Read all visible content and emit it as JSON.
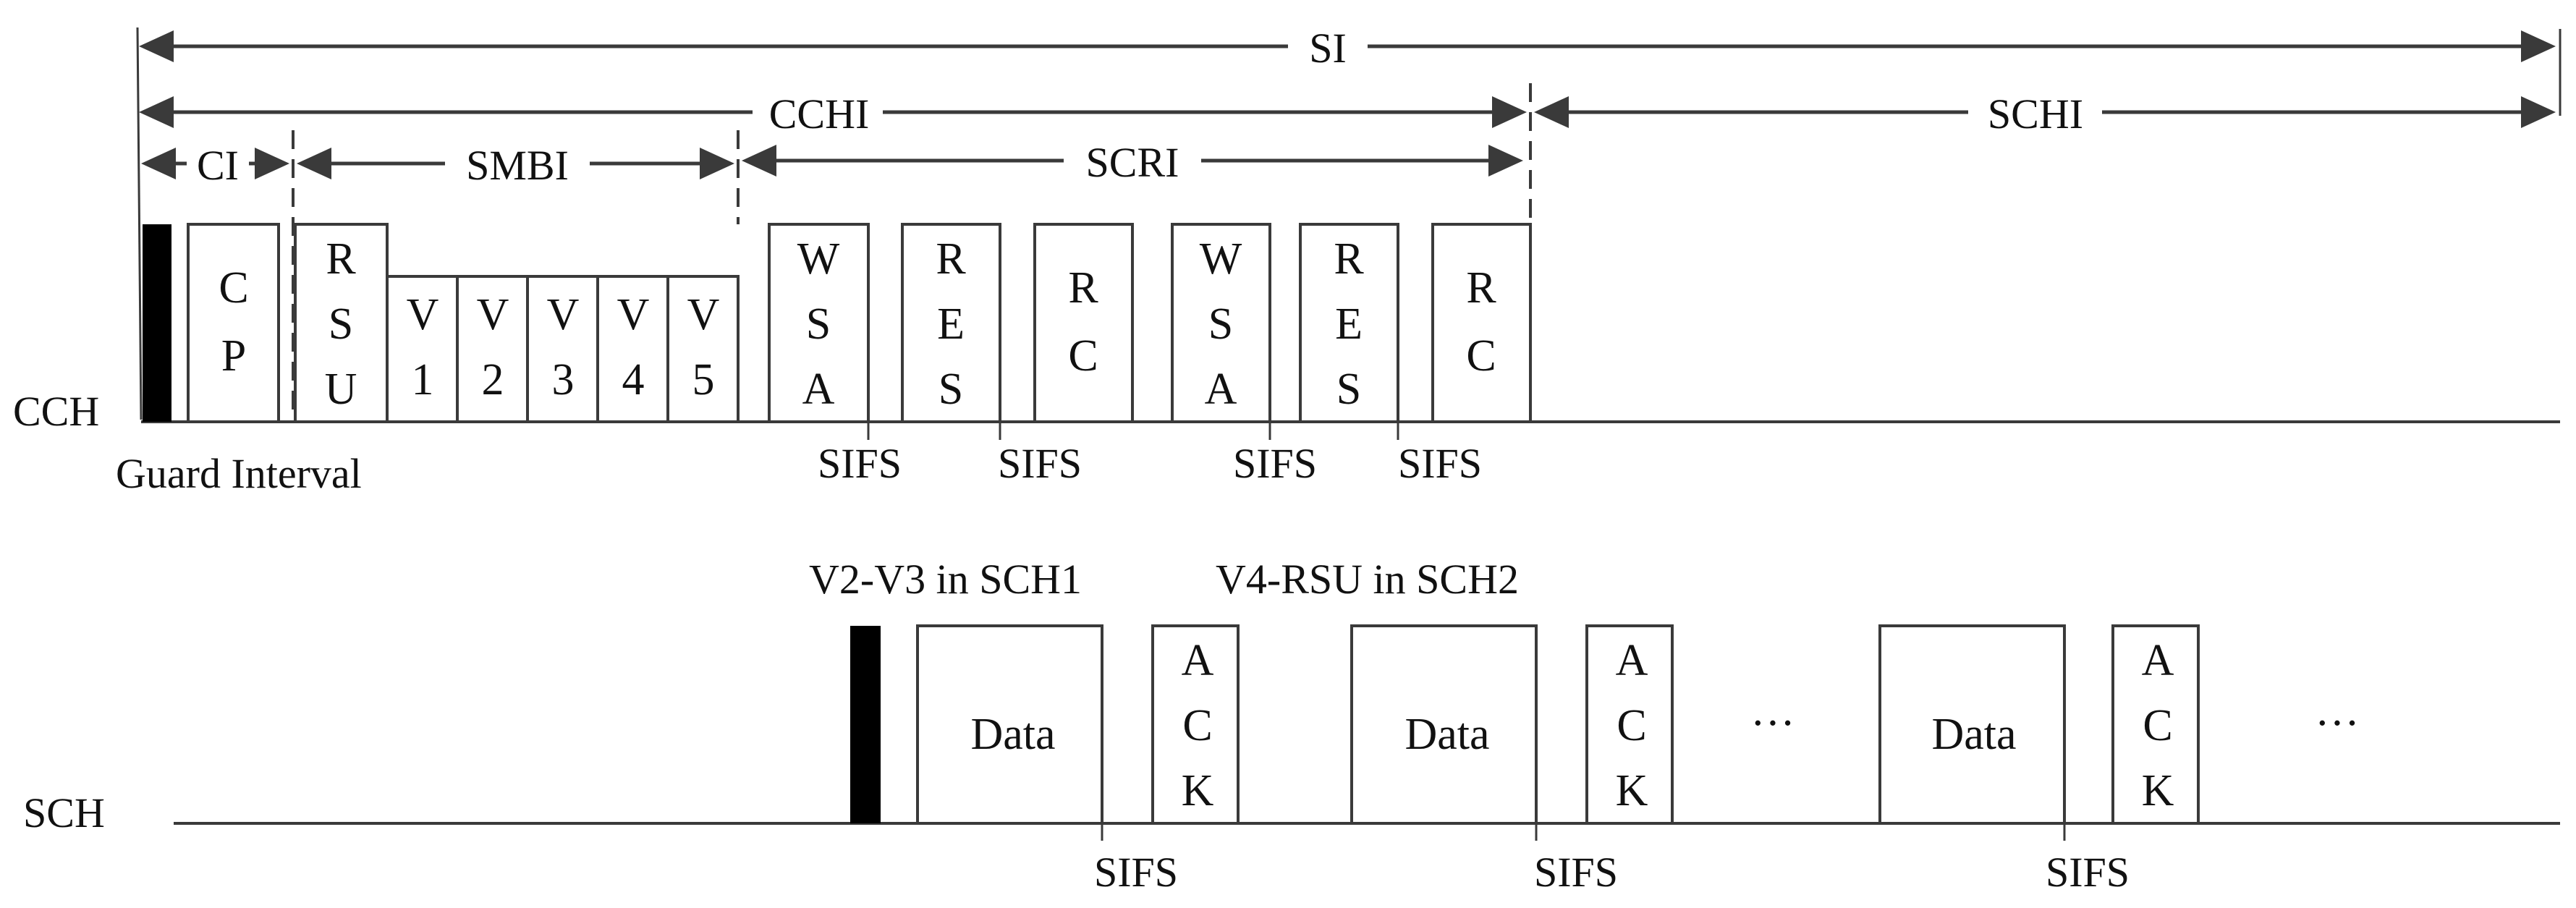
{
  "intervals": {
    "si": "SI",
    "cchi": "CCHI",
    "schi": "SCHI",
    "ci": "CI",
    "smbi": "SMBI",
    "scri": "SCRI"
  },
  "channels": {
    "cch": "CCH",
    "sch": "SCH"
  },
  "guard_interval": "Guard Interval",
  "cch_frames": [
    {
      "id": "cp",
      "letters": [
        "C",
        "P"
      ]
    },
    {
      "id": "rsu",
      "letters": [
        "R",
        "S",
        "U"
      ]
    },
    {
      "id": "v1",
      "letters": [
        "V",
        "1"
      ]
    },
    {
      "id": "v2",
      "letters": [
        "V",
        "2"
      ]
    },
    {
      "id": "v3",
      "letters": [
        "V",
        "3"
      ]
    },
    {
      "id": "v4",
      "letters": [
        "V",
        "4"
      ]
    },
    {
      "id": "v5",
      "letters": [
        "V",
        "5"
      ]
    },
    {
      "id": "wsa-1",
      "letters": [
        "W",
        "S",
        "A"
      ]
    },
    {
      "id": "res-1",
      "letters": [
        "R",
        "E",
        "S"
      ]
    },
    {
      "id": "rc-1",
      "letters": [
        "R",
        "C"
      ]
    },
    {
      "id": "wsa-2",
      "letters": [
        "W",
        "S",
        "A"
      ]
    },
    {
      "id": "res-2",
      "letters": [
        "R",
        "E",
        "S"
      ]
    },
    {
      "id": "rc-2",
      "letters": [
        "R",
        "C"
      ]
    }
  ],
  "sifs_label": "SIFS",
  "sch_caption_1": "V2-V3 in SCH1",
  "sch_caption_2": "V4-RSU in SCH2",
  "sch_frames": [
    {
      "id": "data-1",
      "label": "Data"
    },
    {
      "id": "ack-1",
      "letters": [
        "A",
        "C",
        "K"
      ]
    },
    {
      "id": "data-2",
      "label": "Data"
    },
    {
      "id": "ack-2",
      "letters": [
        "A",
        "C",
        "K"
      ]
    },
    {
      "id": "data-3",
      "label": "Data"
    },
    {
      "id": "ack-3",
      "letters": [
        "A",
        "C",
        "K"
      ]
    }
  ],
  "ellipsis": "···",
  "colors": {
    "line": "#3a3a3a",
    "guard_block": "#000000",
    "text": "#111111"
  }
}
